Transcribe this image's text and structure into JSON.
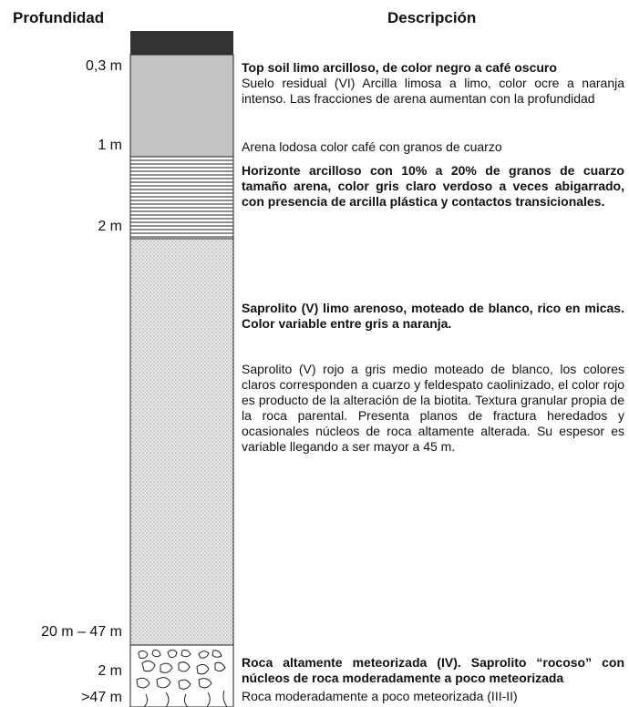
{
  "headers": {
    "depth": "Profundidad",
    "description": "Descripción"
  },
  "depth_labels": [
    "0,3 m",
    "1 m",
    "2 m",
    "20 m – 47 m",
    "2 m",
    ">47 m"
  ],
  "descriptions": [
    "Top soil limo arcilloso, de color negro a café oscuro",
    "Suelo residual (VI) Arcilla limosa a limo, color ocre a naranja intenso. Las fracciones de arena aumentan con la profundidad",
    "Arena lodosa color café con granos de cuarzo",
    "Horizonte arcilloso con 10% a 20% de granos de cuarzo tamaño arena, color gris claro verdoso a veces abigarrado, con presencia de arcilla plástica y contactos transicionales.",
    "Saprolito (V) limo arenoso, moteado de blanco, rico en micas. Color variable entre gris a naranja.",
    "Saprolito (V) rojo a gris medio moteado de blanco, los colores claros corresponden a cuarzo y feldespato caolinizado, el color rojo es producto de la alteración de la biotita. Textura granular propia de la roca parental. Presenta planos de fractura heredados y ocasionales núcleos de roca altamente alterada. Su espesor es variable llegando a ser mayor a 45 m.",
    "Roca altamente meteorizada (IV). Saprolito “rocoso” con núcleos de roca moderadamente a poco meteorizada",
    "Roca moderadamente a poco  meteorizada (III-II)"
  ],
  "colors": {
    "topsoil": "#333333",
    "residual": "#c3c3c3",
    "stripes": "#222222",
    "saprolite_fill": "#e6e6e6",
    "outline": "#222222"
  }
}
